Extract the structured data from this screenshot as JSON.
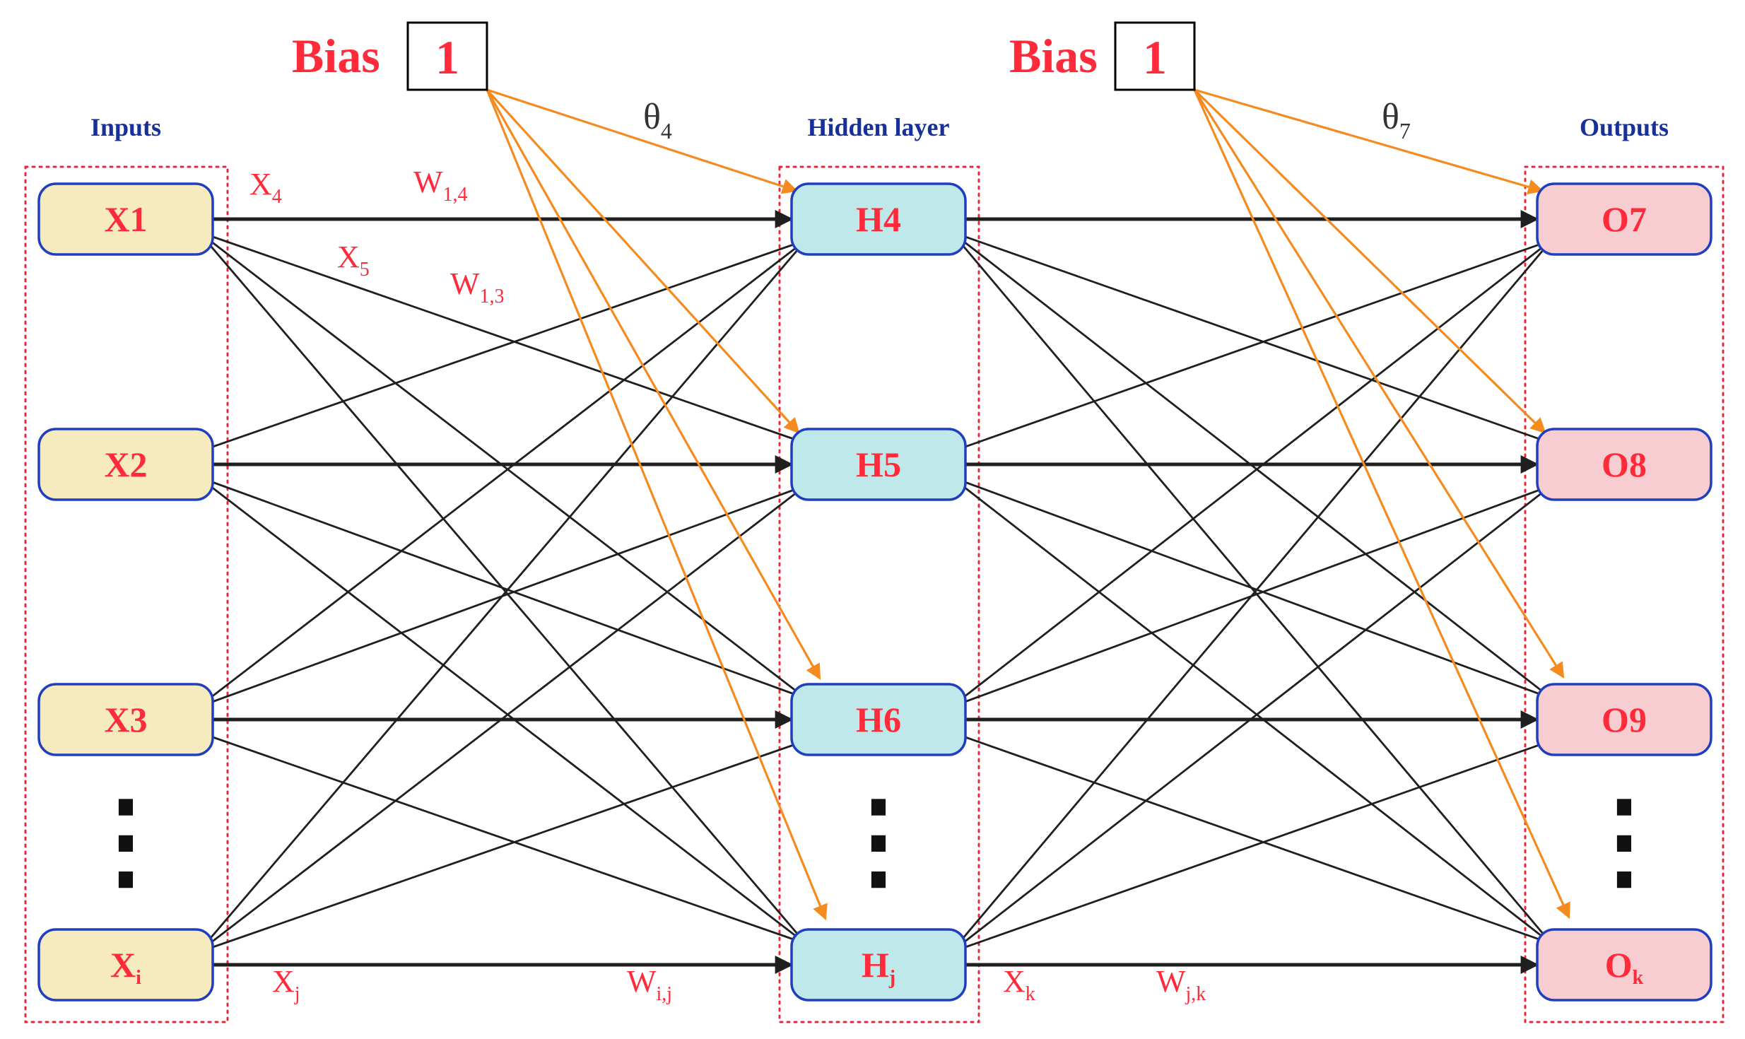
{
  "colors": {
    "input_fill": "#f5ebbe",
    "hidden_fill": "#bfe8ea",
    "output_fill": "#f7cdd2",
    "node_stroke": "#1f3fbf",
    "node_text": "#ff2a3a",
    "group_box": "#e8283a",
    "heading": "#17309a",
    "bias_text": "#ff2a3a",
    "bias_arrow": "#f58a1f",
    "connection": "#1f1f1f",
    "symbol_label": "#ff2a3a",
    "theta": "#333333"
  },
  "groups": {
    "inputs": {
      "title": "Inputs"
    },
    "hidden": {
      "title": "Hidden layer"
    },
    "outputs": {
      "title": "Outputs"
    }
  },
  "bias": [
    {
      "label": "Bias",
      "value": "1",
      "theta": "θ",
      "theta_sub": "4"
    },
    {
      "label": "Bias",
      "value": "1",
      "theta": "θ",
      "theta_sub": "7"
    }
  ],
  "nodes": {
    "inputs": [
      {
        "text": "X1",
        "sub": ""
      },
      {
        "text": "X2",
        "sub": ""
      },
      {
        "text": "X3",
        "sub": ""
      },
      {
        "text": "X",
        "sub": "i"
      }
    ],
    "hidden": [
      {
        "text": "H4",
        "sub": ""
      },
      {
        "text": "H5",
        "sub": ""
      },
      {
        "text": "H6",
        "sub": ""
      },
      {
        "text": "H",
        "sub": "j"
      }
    ],
    "outputs": [
      {
        "text": "O7",
        "sub": ""
      },
      {
        "text": "O8",
        "sub": ""
      },
      {
        "text": "O9",
        "sub": ""
      },
      {
        "text": "O",
        "sub": "k"
      }
    ]
  },
  "ellipsis": "⋮",
  "edge_labels": [
    {
      "main": "X",
      "sub": "4"
    },
    {
      "main": "W",
      "sub": "1,4"
    },
    {
      "main": "X",
      "sub": "5"
    },
    {
      "main": "W",
      "sub": "1,3"
    },
    {
      "main": "X",
      "sub": "j"
    },
    {
      "main": "W",
      "sub": "i,j"
    },
    {
      "main": "X",
      "sub": "k"
    },
    {
      "main": "W",
      "sub": "j,k"
    }
  ]
}
